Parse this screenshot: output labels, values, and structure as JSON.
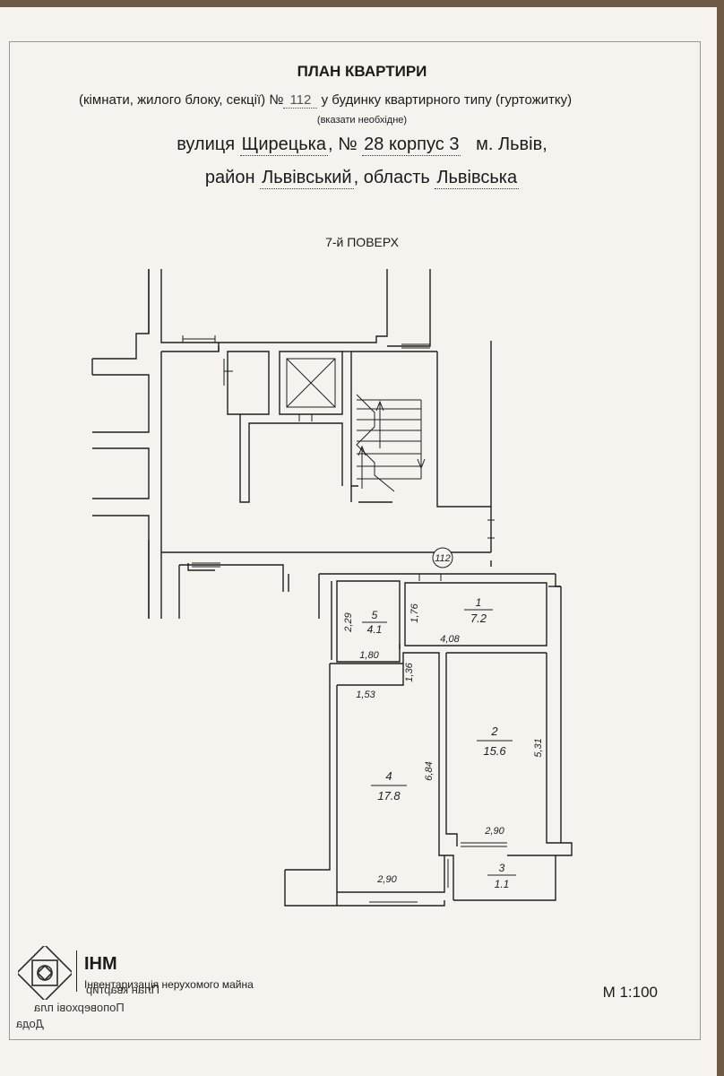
{
  "header": {
    "title": "ПЛАН КВАРТИРИ",
    "subtitle_prefix": "(кімнати, жилого блоку, секції) №",
    "unit_number": "112",
    "subtitle_suffix": "у будинку квартирного типу (гуртожитку)",
    "hint": "(вказати необхідне)"
  },
  "address": {
    "street_label": "вулиця",
    "street": "Щирецька",
    "number_label": "№",
    "number": "28 корпус 3",
    "city_label": "м.",
    "city": "Львів",
    "district_label": "район",
    "district": "Львівський",
    "region_label": "область",
    "region": "Львівська"
  },
  "floor_label": "7-й ПОВЕРХ",
  "plan": {
    "apartment_marker": "112",
    "rooms": [
      {
        "number": "1",
        "area": "7.2"
      },
      {
        "number": "2",
        "area": "15.6"
      },
      {
        "number": "3",
        "area": "1.1"
      },
      {
        "number": "4",
        "area": "17.8"
      },
      {
        "number": "5",
        "area": "4.1"
      }
    ],
    "dimensions": [
      "2,29",
      "1,76",
      "4,08",
      "1,80",
      "1,36",
      "1,53",
      "6,84",
      "5,31",
      "2,90",
      "2,90"
    ]
  },
  "footer": {
    "logo_abbr": "ІНМ",
    "logo_text": "Інвентаризація нерухомого майна",
    "mirrored_1": "План квартир",
    "mirrored_2": "Поповерхові пла",
    "mirrored_3": "Дода",
    "scale": "М 1:100"
  }
}
